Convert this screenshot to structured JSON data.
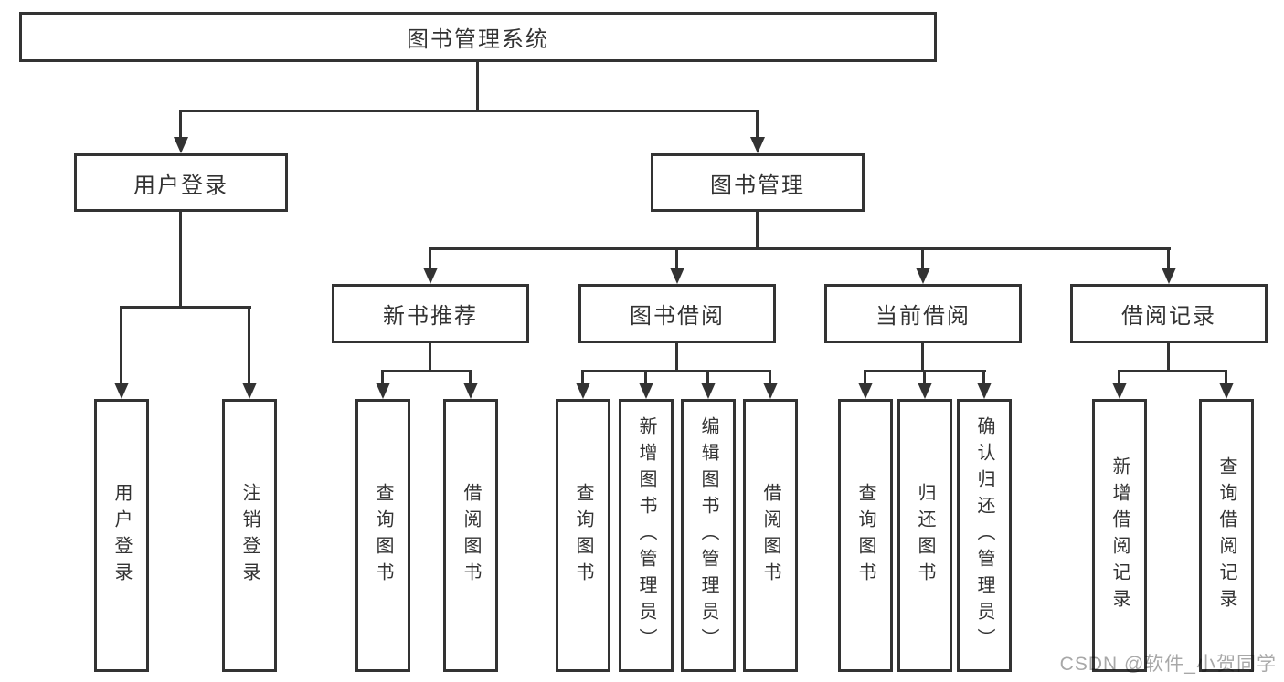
{
  "tree": {
    "label": "图书管理系统",
    "children": [
      {
        "label": "用户登录",
        "children": [
          {
            "label": "用户登录"
          },
          {
            "label": "注销登录"
          }
        ]
      },
      {
        "label": "图书管理",
        "children": [
          {
            "label": "新书推荐",
            "children": [
              {
                "label": "查询图书"
              },
              {
                "label": "借阅图书"
              }
            ]
          },
          {
            "label": "图书借阅",
            "children": [
              {
                "label": "查询图书"
              },
              {
                "label": "新增图书（管理员）"
              },
              {
                "label": "编辑图书（管理员）"
              },
              {
                "label": "借阅图书"
              }
            ]
          },
          {
            "label": "当前借阅",
            "children": [
              {
                "label": "查询图书"
              },
              {
                "label": "归还图书"
              },
              {
                "label": "确认归还（管理员）"
              }
            ]
          },
          {
            "label": "借阅记录",
            "children": [
              {
                "label": "新增借阅记录"
              },
              {
                "label": "查询借阅记录"
              }
            ]
          }
        ]
      }
    ]
  },
  "watermark": {
    "text": "CSDN @软件_小贺同学"
  },
  "colors": {
    "line-color": "#333333",
    "text-color": "#333333",
    "box-bg": "#ffffff",
    "page-bg": "#ffffff",
    "watermark-color": "#a8a8a8"
  }
}
